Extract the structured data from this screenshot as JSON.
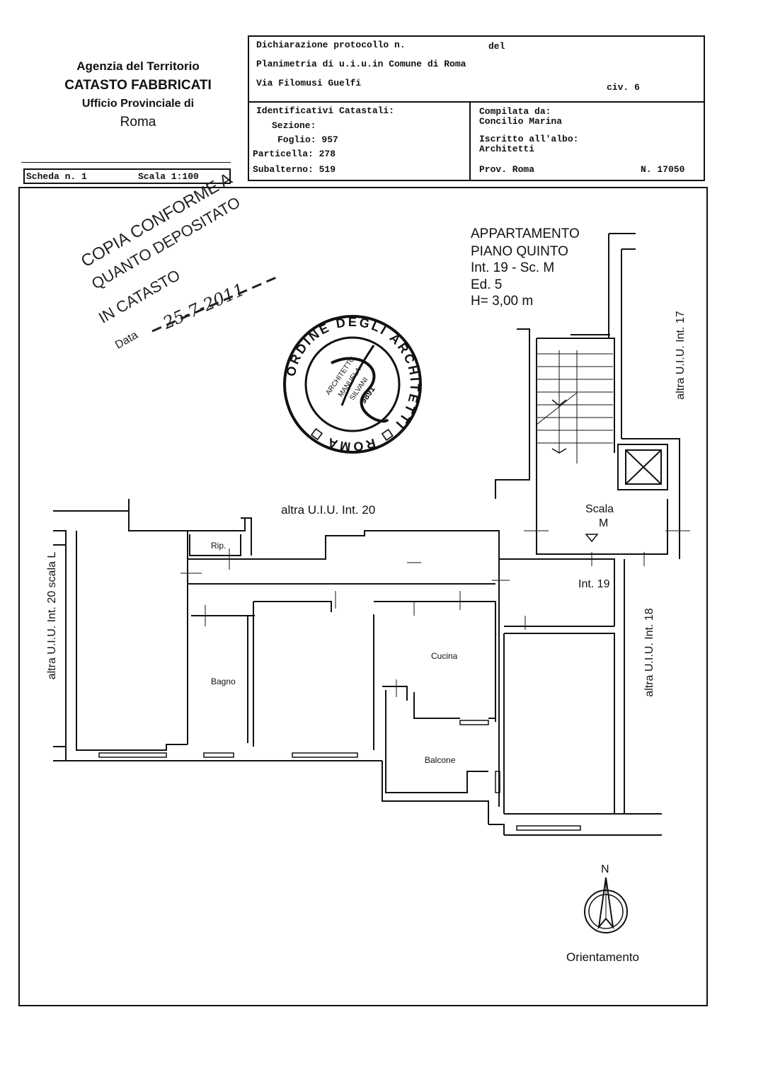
{
  "agency": {
    "line1": "Agenzia del Territorio",
    "line2": "CATASTO FABBRICATI",
    "line3": "Ufficio Provinciale di",
    "line4": "Roma"
  },
  "header": {
    "protocol_label": "Dichiarazione protocollo n.",
    "protocol_del": "del",
    "planimetria": "Planimetria di u.i.u.in Comune di Roma",
    "street": "Via Filomusi Guelfi",
    "civ": "civ. 6",
    "identificativi": "Identificativi Catastali:",
    "sezione": "Sezione:",
    "foglio": "Foglio: 957",
    "particella": "Particella: 278",
    "subalterno": "Subalterno: 519",
    "compilata": "Compilata da:",
    "compilatore": "Concilio Marina",
    "iscritto": "Iscritto all'albo:",
    "albo": "Architetti",
    "prov": "Prov. Roma",
    "numero": "N. 17050"
  },
  "scheda": {
    "label": "Scheda n. 1",
    "scala": "Scala 1:100"
  },
  "stamp": {
    "line1": "COPIA CONFORME A",
    "line2": "QUANTO DEPOSITATO",
    "line3": "IN CATASTO",
    "date": "25-7-2011",
    "data_label": "Data"
  },
  "seal": {
    "ring_text": "ORDINE DEGLI ARCHITETTI ROMA",
    "inner_text": "ARCHITETTO MANUELA SILVANI 9891"
  },
  "plan": {
    "info": {
      "line1": "APPARTAMENTO",
      "line2": "PIANO QUINTO",
      "line3": "Int. 19 - Sc. M",
      "line4": "Ed. 5",
      "line5": "H= 3,00 m"
    },
    "labels": {
      "altra20": "altra U.I.U. Int. 20",
      "altra20L": "altra U.I.U. Int. 20 scala L",
      "altra17": "altra U.I.U. Int. 17",
      "altra18": "altra U.I.U. Int. 18",
      "scala": "Scala",
      "scala_m": "M",
      "int19": "Int. 19",
      "rip": "Rip.",
      "bagno": "Bagno",
      "cucina": "Cucina",
      "balcone": "Balcone"
    },
    "compass": {
      "n": "N",
      "label": "Orientamento"
    }
  }
}
